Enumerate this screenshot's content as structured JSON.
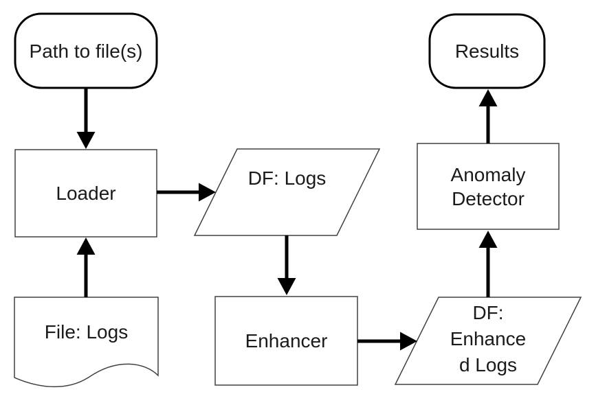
{
  "diagram": {
    "type": "flowchart",
    "background": "#ffffff",
    "colors": {
      "terminator_stroke": "#000000",
      "shape_stroke": "#404040",
      "shape_fill": "#ffffff",
      "arrow": "#000000",
      "text": "#1a1a1a"
    },
    "nodes": [
      {
        "id": "path-to-files",
        "shape": "terminator",
        "label": "Path to file(s)"
      },
      {
        "id": "loader",
        "shape": "process",
        "label": "Loader"
      },
      {
        "id": "file-logs",
        "shape": "document",
        "label": "File: Logs"
      },
      {
        "id": "df-logs",
        "shape": "data",
        "label": "DF: Logs"
      },
      {
        "id": "enhancer",
        "shape": "process",
        "label": "Enhancer"
      },
      {
        "id": "df-enhanced-logs",
        "shape": "data",
        "label": "DF: Enhanced Logs",
        "lines": [
          "DF:",
          "Enhance",
          "d Logs"
        ]
      },
      {
        "id": "anomaly-detector",
        "shape": "process",
        "label": "Anomaly Detector",
        "lines": [
          "Anomaly",
          "Detector"
        ]
      },
      {
        "id": "results",
        "shape": "terminator",
        "label": "Results"
      }
    ],
    "edges": [
      {
        "from": "path-to-files",
        "to": "loader"
      },
      {
        "from": "file-logs",
        "to": "loader"
      },
      {
        "from": "loader",
        "to": "df-logs"
      },
      {
        "from": "df-logs",
        "to": "enhancer"
      },
      {
        "from": "enhancer",
        "to": "df-enhanced-logs"
      },
      {
        "from": "df-enhanced-logs",
        "to": "anomaly-detector"
      },
      {
        "from": "anomaly-detector",
        "to": "results"
      }
    ]
  }
}
